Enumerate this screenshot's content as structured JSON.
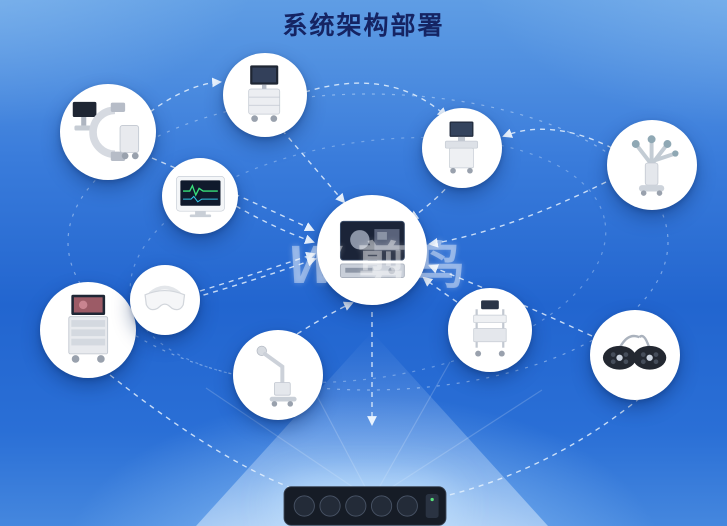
{
  "title": "系统架构部署",
  "watermark": {
    "logo": "W",
    "text": "剪鸟"
  },
  "colors": {
    "background_top": "#5f9de4",
    "background_deep": "#2265cf",
    "title_text": "#152463",
    "connector": "#e8f2fd",
    "node_background": "#ffffff"
  },
  "diagram": {
    "type": "hub-and-spoke architecture",
    "center_node": {
      "id": "central-console",
      "icon": "imaging-console-icon"
    },
    "nodes": [
      {
        "id": "mobile-workstation",
        "icon": "workstation-cart-icon"
      },
      {
        "id": "c-arm-xray",
        "icon": "c-arm-icon"
      },
      {
        "id": "patient-monitor",
        "icon": "patient-monitor-icon"
      },
      {
        "id": "ultrasound-cart",
        "icon": "ultrasound-icon"
      },
      {
        "id": "surgical-robot",
        "icon": "surgical-robot-icon"
      },
      {
        "id": "endoscopy-tower",
        "icon": "endoscopy-tower-icon"
      },
      {
        "id": "vr-headset",
        "icon": "vr-headset-icon"
      },
      {
        "id": "surgical-pendant",
        "icon": "pendant-arm-icon"
      },
      {
        "id": "instrument-trolley",
        "icon": "trolley-icon"
      },
      {
        "id": "surgical-lights",
        "icon": "surgical-lights-icon"
      },
      {
        "id": "rack-server",
        "icon": "server-icon"
      }
    ],
    "connections": [
      {
        "from": "mobile-workstation",
        "to": "central-console"
      },
      {
        "from": "c-arm-xray",
        "to": "central-console"
      },
      {
        "from": "c-arm-xray",
        "to": "mobile-workstation"
      },
      {
        "from": "patient-monitor",
        "to": "central-console"
      },
      {
        "from": "ultrasound-cart",
        "to": "central-console"
      },
      {
        "from": "mobile-workstation",
        "to": "ultrasound-cart"
      },
      {
        "from": "surgical-robot",
        "to": "ultrasound-cart"
      },
      {
        "from": "surgical-robot",
        "to": "central-console"
      },
      {
        "from": "endoscopy-tower",
        "to": "central-console"
      },
      {
        "from": "vr-headset",
        "to": "central-console"
      },
      {
        "from": "surgical-pendant",
        "to": "central-console"
      },
      {
        "from": "instrument-trolley",
        "to": "central-console"
      },
      {
        "from": "surgical-lights",
        "to": "central-console"
      },
      {
        "from": "central-console",
        "to": "rack-server"
      },
      {
        "from": "endoscopy-tower",
        "to": "rack-server"
      },
      {
        "from": "surgical-lights",
        "to": "rack-server"
      }
    ]
  }
}
